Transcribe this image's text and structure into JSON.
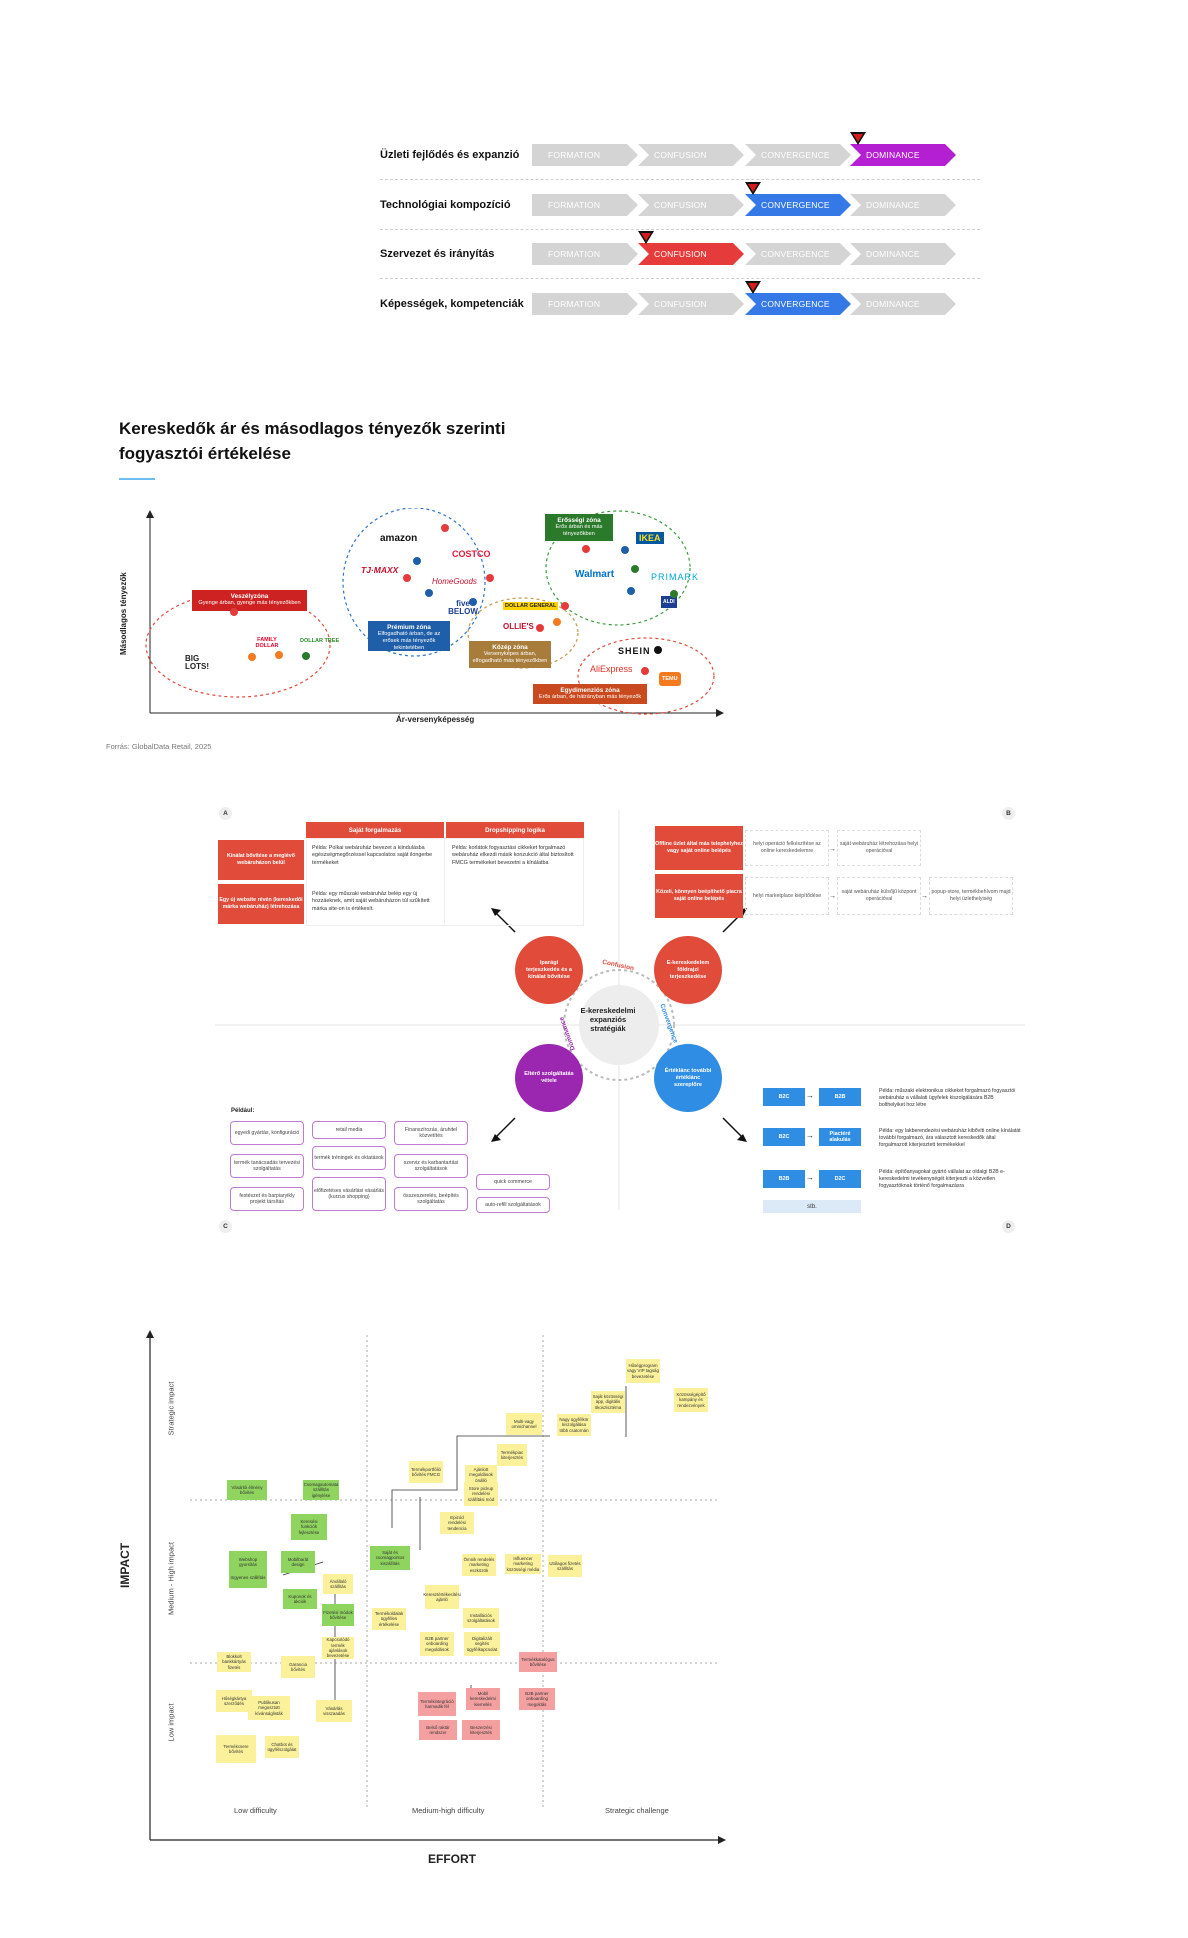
{
  "stages": {
    "labels": [
      "FORMATION",
      "CONFUSION",
      "CONVERGENCE",
      "DOMINANCE"
    ],
    "rows": [
      {
        "label": "Üzleti fejlődés és expanzió",
        "active": 3,
        "color": "#b31fd1"
      },
      {
        "label": "Technológiai kompozíció",
        "active": 2,
        "color": "#3479e6"
      },
      {
        "label": "Szervezet és irányítás",
        "active": 1,
        "color": "#e53b3b"
      },
      {
        "label": "Képességek, kompetenciák",
        "active": 2,
        "color": "#3479e6"
      }
    ]
  },
  "retail": {
    "title": "Kereskedők ár és másodlagos tényezők szerinti fogyasztói értékelése",
    "ylabel": "Másodlagos tényezők",
    "xlabel": "Ár-versenyképesség",
    "source": "Forrás: GlobalData Retail, 2025",
    "zones": [
      {
        "title": "Veszélyzóna",
        "desc": "Gyenge árban, gyenge más tényezőkben"
      },
      {
        "title": "Prémium zóna",
        "desc": "Elfogadható árban, de az erősek más tényezők tekintetében"
      },
      {
        "title": "Erősségi zóna",
        "desc": "Erős árban és más tényezőkben"
      },
      {
        "title": "Közép zóna",
        "desc": "Versenyképes árban, elfogadható más tényezőkben"
      },
      {
        "title": "Egydimenziós zóna",
        "desc": "Erős árban, de hátrányban más tényezők"
      }
    ],
    "brands": {
      "amazon": "amazon",
      "costco": "COSTCO",
      "tjmaxx": "TJ·MAXX",
      "homegoods": "HomeGoods",
      "five": "five BELOW",
      "dollargeneral": "DOLLAR GENERAL",
      "ollies": "OLLIE'S",
      "biglots": "BIG LOTS!",
      "familydollar": "FAMILY DOLLAR",
      "dollartree": "DOLLAR TREE",
      "walmart": "Walmart",
      "ikea": "IKEA",
      "primark": "PRIMARK",
      "aldi": "ALDI",
      "shein": "SHEIN",
      "aliexpress": "AliExpress",
      "temu": "TEMU"
    }
  },
  "strategy": {
    "corners": [
      "A",
      "B",
      "C",
      "D"
    ],
    "center": "E-kereskedelmi expanziós stratégiák",
    "arcs": [
      "Confusion",
      "Convergence",
      "Dominance"
    ],
    "circles": [
      "Iparági terjeszkedés és a kínálat bővítése",
      "E-kereskedelem földrajzi terjeszkedése",
      "Értéklánc további értéklánc szereplőre",
      "Eltérő szolgáltatás vétele"
    ],
    "a": {
      "col1": "Saját forgalmazás",
      "col2": "Dropshipping logika",
      "row1": "Kínálat bővítése a meglévő webáruházon belül",
      "row2": "Egy új website révén (kereskedői márka webáruház) létrehozása",
      "c11": "Példa: Polkai webáruház bevezet a kiindulásba egészségmegőrzéssel kapcsolatos saját ilongerbe termékeket",
      "c12": "Példa: korlátok fogyasztási cikkeket forgalmazó webáruház elkezdi másik konzukció által biztosított FMCG termékeket bevezetni a kínálatba",
      "c21": "Példa: egy műszaki webáruház belép egy új hozzáeknek, amit saját webáruházon túl szűkített márka site-on is értékesít."
    },
    "b": {
      "row1": "Offline üzlet által más telephelyhez vagy saját online belépés",
      "row2": "Közeli, könnyen beépíthető piacra saját online belépés",
      "c11": "helyi operáció felkészítése az online kereskedelemre",
      "c12": "saját webáruház létrehozása helyi operációval",
      "c21": "helyi marketplace kiépítődése",
      "c22": "saját webáruház külsőjű központ operációval",
      "c23": "popup-store, termékbehívom majd helyi üzlethelyiség"
    },
    "c": {
      "title": "Például:",
      "items": [
        "egyedi gyártás, konfiguráció",
        "retail media",
        "Finanszírozás, áruhitel közvetítés",
        "termék tanácsadás tervezési szolgáltatás",
        "termék tréningek és oktatások",
        "szerviz és karbantartási szolgáltatások",
        "quick commerce",
        "festészet és barpiaryikly projekt társítás",
        "előfizetéses vásárlási vásárlás (kurzus shopping)",
        "összeszerelés, beépítés szolgáltatás",
        "auto-refill szolgáltatások"
      ]
    },
    "d": {
      "rows": [
        [
          "B2C",
          "B2B"
        ],
        [
          "B2C",
          "Piactéré alakulás"
        ],
        [
          "B2B",
          "D2C"
        ]
      ],
      "other": "stb.",
      "ex1": "Példa: műszaki elektronikus cikkeket forgalmazó fogyasztói webáruház a vállalati ügyfelek kiszolgálására B2B bolthelyiket hoz létre",
      "ex2": "Példa: egy lakberendezési webáruház kibővíti online kínálatát további forgalmazó, ára választott kereskedők által forgalmazott kiterjesztett termékekkel",
      "ex3": "Példa: építőanyagokat gyártó vállalat az oldalgi B2B e-kereskedelmi tevékenységét kiterjeszti a közvetlen fogyasztóknak történő forgalmazásra"
    }
  },
  "matrix": {
    "xaxis": "EFFORT",
    "yaxis": "IMPACT",
    "xcols": [
      "Low difficulty",
      "Medium-high difficulty",
      "Strategic challenge"
    ],
    "yrows": [
      "Strategic impact",
      "Medium - High impact",
      "Low impact"
    ],
    "notes": [
      {
        "t": "Hűségprogram vagy VIP tagság bevezetése",
        "c": "y"
      },
      {
        "t": "Közösségépítő kampány és rendezvények",
        "c": "y"
      },
      {
        "t": "Saját közösségi app, digitális ökoszisztéma",
        "c": "y"
      },
      {
        "t": "Nagy ügyfélkör kiszolgálása több csatornán",
        "c": "y"
      },
      {
        "t": "Multi-vagy omnichannel",
        "c": "y"
      },
      {
        "t": "Termékpiac kiterjesztés",
        "c": "y"
      },
      {
        "t": "Ajánlott megoldások önálló",
        "c": "y"
      },
      {
        "t": "Termékportfólió bővítés FMCG",
        "c": "y"
      },
      {
        "t": "Store pickup rendelési szállítási mód",
        "c": "y"
      },
      {
        "t": "Epizód rendelési tendencia",
        "c": "y"
      },
      {
        "t": "Ömnik rendelés marketing eszközök",
        "c": "y"
      },
      {
        "t": "Influencer marketing közösségi média",
        "c": "y"
      },
      {
        "t": "Utólagos fizetés szállítás",
        "c": "y"
      },
      {
        "t": "Saját és csomagpontos kiszállítás",
        "c": "g"
      },
      {
        "t": "Árvállaló szállítás",
        "c": "y"
      },
      {
        "t": "Keresztértékesítési ajánló",
        "c": "y"
      },
      {
        "t": "Termékoldalak ügyféles értékelése",
        "c": "y"
      },
      {
        "t": "Installációs szolgáltatások",
        "c": "y"
      },
      {
        "t": "B2B partner onboarding megoldások",
        "c": "y"
      },
      {
        "t": "Digitalizált segítés ügyfélkapcsolat",
        "c": "y"
      },
      {
        "t": "Kapcsolódó termék ajánlások bevezetése",
        "c": "y"
      },
      {
        "t": "Garancia bővítés",
        "c": "y"
      },
      {
        "t": "Vásárlói élmény bővítés",
        "c": "g"
      },
      {
        "t": "Csomagautomata szállítás igénylése",
        "c": "g"
      },
      {
        "t": "Keresési funkciók fejlesztése",
        "c": "g"
      },
      {
        "t": "Webshop gyorsítás",
        "c": "g"
      },
      {
        "t": "Mobilbarát design",
        "c": "g"
      },
      {
        "t": "Ingyenes szállítás",
        "c": "g"
      },
      {
        "t": "Kuponok és akciók",
        "c": "g"
      },
      {
        "t": "Fizetési módok bővítése",
        "c": "g"
      },
      {
        "t": "Blokkolt bankkártyás fizetés",
        "c": "y"
      },
      {
        "t": "Publikusan megosztott kívánságlisták",
        "c": "y"
      },
      {
        "t": "Vásárlás visszaadás",
        "c": "y"
      },
      {
        "t": "Chatbot és ügyfélszolgálat",
        "c": "y"
      },
      {
        "t": "Termékcsere bővítés",
        "c": "y"
      },
      {
        "t": "Hűségkártya szerződés",
        "c": "y"
      },
      {
        "t": "Termékkatalógus bővítése",
        "c": "r"
      },
      {
        "t": "Mobil kereskedelmi kiemelés",
        "c": "r"
      },
      {
        "t": "B2B partner onboarding megoldás",
        "c": "r"
      },
      {
        "t": "Termékintegráció harmadik fél",
        "c": "r"
      },
      {
        "t": "Belső raktár rendszer",
        "c": "r"
      },
      {
        "t": "Beszerzési kiterjesztés",
        "c": "r"
      }
    ]
  }
}
